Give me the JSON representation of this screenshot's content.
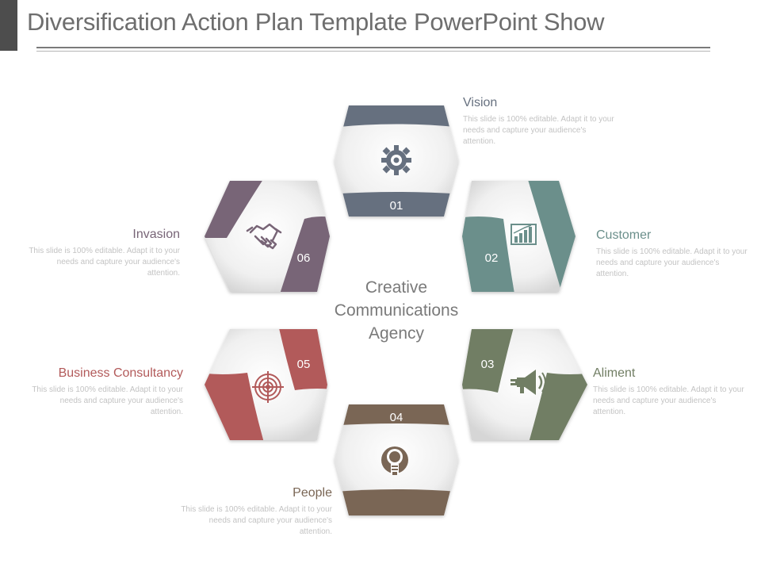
{
  "title": "Diversification Action Plan Template PowerPoint Show",
  "center_text": [
    "Creative",
    "Communications",
    "Agency"
  ],
  "steps": [
    {
      "number": "01",
      "title": "Vision",
      "color": "#66707f",
      "icon": "gear-icon",
      "description": "This slide is 100% editable. Adapt it to your needs and capture your audience's attention."
    },
    {
      "number": "02",
      "title": "Customer",
      "color": "#6b8f8b",
      "icon": "bar-chart-icon",
      "description": "This slide is 100% editable. Adapt it to your needs and capture your audience's attention."
    },
    {
      "number": "03",
      "title": "Aliment",
      "color": "#717e64",
      "icon": "megaphone-icon",
      "description": "This slide is 100% editable. Adapt it to your needs and capture your audience's attention."
    },
    {
      "number": "04",
      "title": "People",
      "color": "#7a6655",
      "icon": "lightbulb-icon",
      "description": "This slide is 100% editable. Adapt it to your needs and capture your audience's attention."
    },
    {
      "number": "05",
      "title": "Business Consultancy",
      "color": "#b25a5a",
      "icon": "target-icon",
      "description": "This slide is 100% editable. Adapt it to your needs and capture your audience's attention."
    },
    {
      "number": "06",
      "title": "Invasion",
      "color": "#786577",
      "icon": "handshake-icon",
      "description": "This slide is 100% editable. Adapt it to your needs and capture your audience's attention."
    }
  ]
}
